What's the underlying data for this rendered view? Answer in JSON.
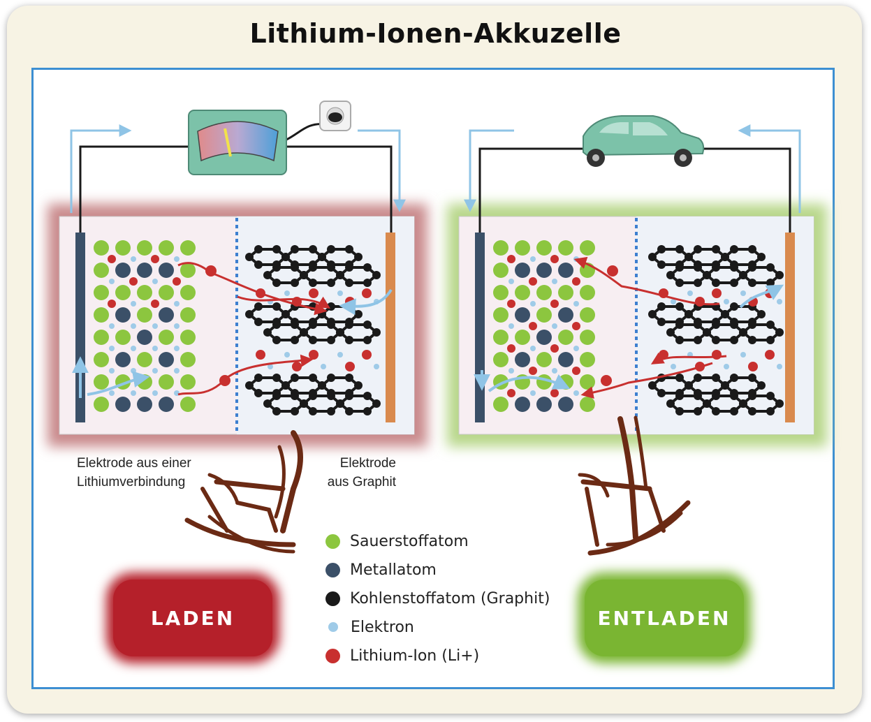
{
  "title": "Lithium-Ionen-Akkuzelle",
  "labels": {
    "left_electrode_line1": "Elektrode aus einer",
    "left_electrode_line2": "Lithiumverbindung",
    "right_electrode_line1": "Elektrode",
    "right_electrode_line2": "aus Graphit"
  },
  "legend": [
    {
      "label": "Sauerstoffatom",
      "color": "#8cc63f"
    },
    {
      "label": "Metallatom",
      "color": "#3b5068"
    },
    {
      "label": "Kohlenstoffatom (Graphit)",
      "color": "#1a1a1a"
    },
    {
      "label": "Elektron",
      "color": "#9fcbe8"
    },
    {
      "label": "Lithium-Ion (Li+)",
      "color": "#c8302f"
    }
  ],
  "modes": {
    "charge": {
      "label": "LADEN",
      "color": "#b5202a"
    },
    "discharge": {
      "label": "ENTLADEN",
      "color": "#7ab532"
    }
  },
  "colors": {
    "oxygen": "#8cc63f",
    "metal": "#3b5068",
    "carbon": "#1a1a1a",
    "electron": "#9fcbe8",
    "lithium": "#c8302f",
    "frame": "#3d8fd2",
    "cathode": "#3b5068",
    "anode": "#d98a4e"
  },
  "icons": [
    "power-meter-icon",
    "wall-socket-icon",
    "car-icon",
    "rocking-chair-icon"
  ]
}
